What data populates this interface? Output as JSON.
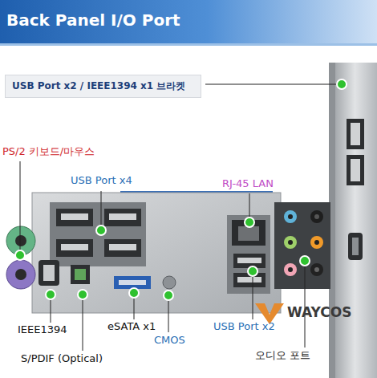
{
  "diagram": {
    "title": "Back Panel I/O Port",
    "nodes": [
      {
        "text": [
          "USB Port x2 / IEEE1394 x1 브라켓"
        ]
      }
    ],
    "labels": [
      "PS/2 키보드/마우스",
      "USB Port x4",
      "RJ-45 LAN",
      "IEEE1394",
      "eSATA x1",
      "CMOS",
      "USB Port x2",
      "S/PDIF (Optical)",
      "오디오 포트",
      "WAYCOS"
    ]
  }
}
